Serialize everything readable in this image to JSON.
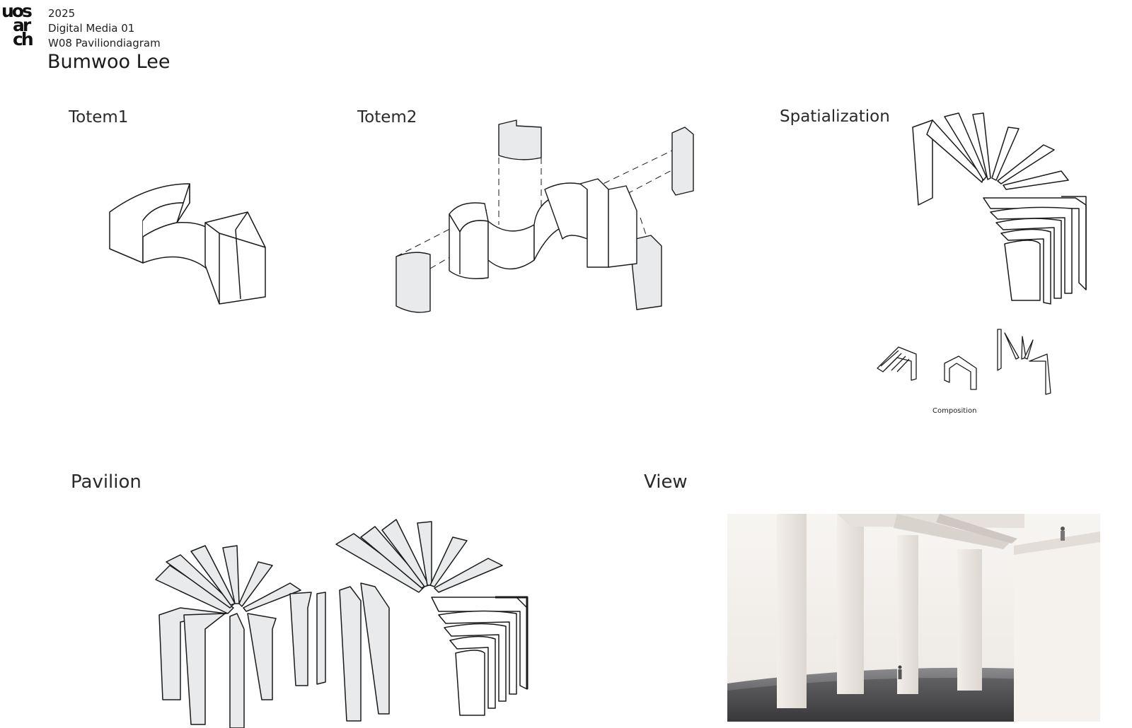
{
  "header": {
    "logo_lines": [
      "uos",
      "ar",
      "ch"
    ],
    "year": "2025",
    "course": "Digital Media 01",
    "assignment": "W08 Paviliondiagram",
    "author": "Bumwoo Lee"
  },
  "sections": {
    "totem1": "Totem1",
    "totem2": "Totem2",
    "spatialization": "Spatialization",
    "pavilion": "Pavilion",
    "view": "View"
  },
  "spatialization": {
    "caption": "Composition"
  },
  "colors": {
    "line": "#1a1a1a",
    "fill_light": "#e9eaeb",
    "background": "#ffffff",
    "render_bg": "#f3f0ec",
    "render_floor": "#4a4a4c"
  }
}
